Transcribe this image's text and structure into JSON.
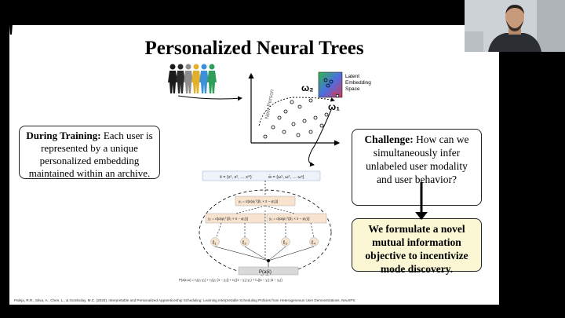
{
  "slide": {
    "title": "Personalized Neural Trees",
    "training_bold": "During Training:",
    "training_text": " Each user is represented by a unique personalized embedding maintained within an archive.",
    "challenge_bold": "Challenge:",
    "challenge_text": " How can we simultaneously infer unlabeled user modality and user behavior?",
    "formulate_text": "We formulate a novel mutual information objective to incentivize mode discovery.",
    "latent_label_1": "Latent",
    "latent_label_2": "Embedding",
    "latent_label_3": "Space",
    "new_person_label": "New Person",
    "omega1": "ω₁",
    "omega2": "ω₂",
    "eq_x": "x̄ = {x¹, x², … xᵐ}",
    "eq_w": "w̄ = {ω¹, ω², … ωⁿ}",
    "node_top": "y₁ = σ[α(φ̄₁ᵀ(β̄₁ × x̄ − φ̄₁))]",
    "node_left": "y₂ = σ[α(φ̄₂ᵀ(β̄₂ × x̄ − φ̄₂))]",
    "node_right": "y₃ = σ[α(φ̄₃ᵀ(β̄₃ × x̄ − φ̄₃))]",
    "leaf_1": "ℓ₁",
    "leaf_2": "ℓ₂",
    "leaf_3": "ℓ₃",
    "leaf_4": "ℓ₄",
    "output_label": "P(a|x̄)",
    "formula": "P(a|x,ω) = ℓ₁(y₁·y₂) + ℓ₂(y₁·(1 − y₂)) + ℓ₃((1 − y₁)·y₃) + ℓ₄((1 − y₁)·(1 − y₃))",
    "footer": "Paleja, R.R., Silva, A., Chen, L., & Gombolay, M.C. (2020). Interpretable and Personalized Apprenticeship Scheduling: Learning Interpretable Scheduling Policies from Heterogeneous User Demonstrations. NeurIPS"
  },
  "colors": {
    "node_fill": "#f8e3cf",
    "highlight": "#fbf7d4",
    "people": [
      "#1a1a1a",
      "#2a2a2a",
      "#8c8c8c",
      "#e1b12c",
      "#3d8fd6",
      "#2f9e5a"
    ]
  }
}
